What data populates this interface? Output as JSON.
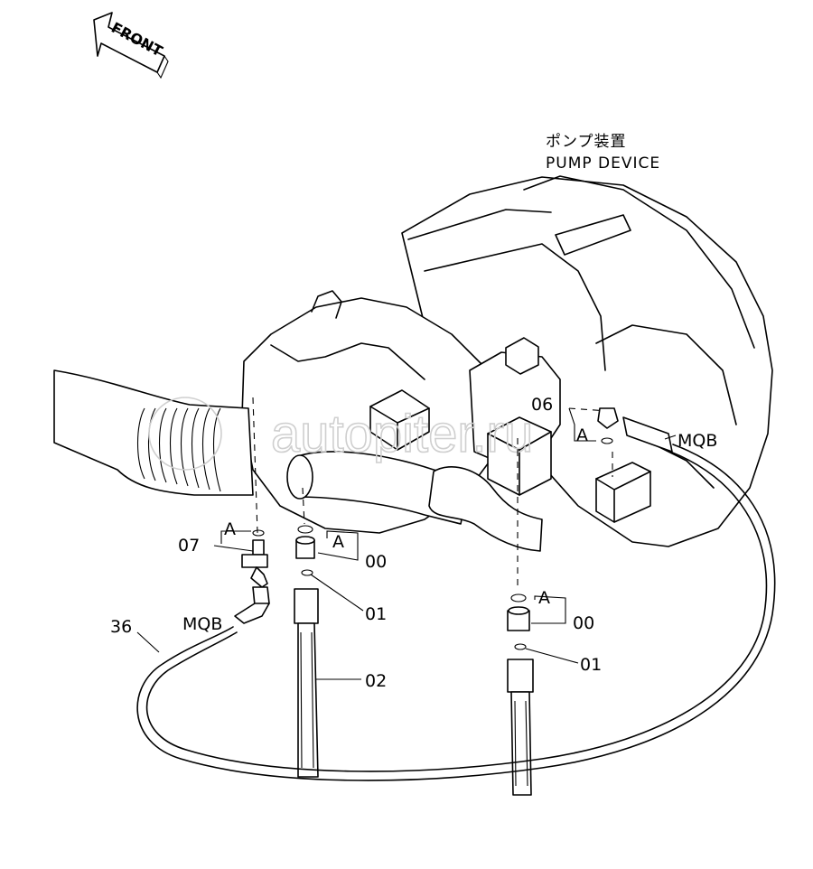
{
  "front_label": "FRONT",
  "assembly": {
    "name_jp": "ポンプ装置",
    "name_en": "PUMP DEVICE"
  },
  "watermark": "autopiter.ru",
  "callouts": {
    "adapter_a": "A",
    "fitting_00": "00",
    "oring_01": "01",
    "hose_02": "02",
    "elbow_06": "06",
    "elbow_07": "07",
    "hose_36": "36",
    "mqb": "MQB"
  }
}
